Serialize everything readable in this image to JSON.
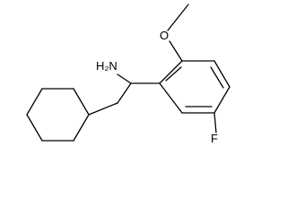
{
  "structure": {
    "atom_labels": {
      "amine": "NH2",
      "methoxy_oxygen": "O",
      "fluorine": "F"
    },
    "atom_label_display": {
      "amine": "H₂N",
      "methoxy_oxygen": "O",
      "fluorine": "F"
    },
    "rings": {
      "cyclohexyl": "cyclohexane",
      "aryl": "benzene"
    }
  },
  "colors": {
    "bond": "#000000",
    "label": "#000000",
    "background": "#ffffff"
  }
}
